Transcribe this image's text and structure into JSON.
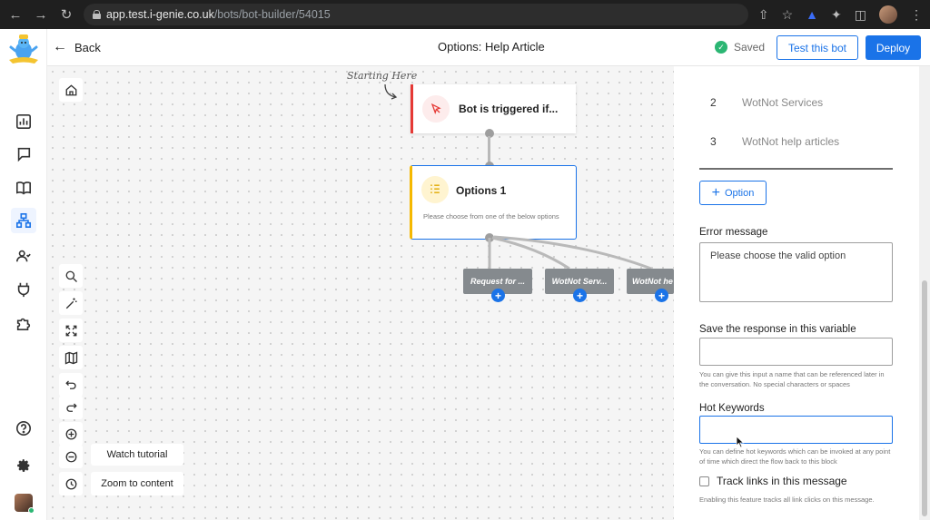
{
  "browser": {
    "url_host": "app.test.i-genie.co.uk",
    "url_path": "/bots/bot-builder/54015"
  },
  "header": {
    "back_label": "Back",
    "title": "Options: Help Article",
    "saved_label": "Saved",
    "test_button": "Test this bot",
    "deploy_button": "Deploy"
  },
  "sidebar": {
    "items": [
      "analytics-icon",
      "chat-icon",
      "book-icon",
      "bot-builder-icon",
      "users-icon",
      "integrations-icon",
      "puzzle-icon",
      "help-icon",
      "settings-icon"
    ],
    "active": "bot-builder-icon"
  },
  "canvas": {
    "annotation": "Starting Here",
    "trigger_node": {
      "title": "Bot is triggered if..."
    },
    "options_node": {
      "title": "Options 1",
      "description": "Please choose from one of the below options"
    },
    "children": [
      {
        "label": "Request for ..."
      },
      {
        "label": "WotNot Serv..."
      },
      {
        "label": "WotNot he"
      }
    ],
    "watch_tutorial": "Watch tutorial",
    "zoom_to_content": "Zoom to content"
  },
  "panel": {
    "options": [
      {
        "num": "2",
        "label": "WotNot Services"
      },
      {
        "num": "3",
        "label": "WotNot help articles"
      }
    ],
    "add_option_label": "Option",
    "error_message_label": "Error message",
    "error_message_value": "Please choose the valid option",
    "variable_label": "Save the response in this variable",
    "variable_help": "You can give this input a name that can be referenced later in the conversation. No special characters or spaces",
    "hot_keywords_label": "Hot Keywords",
    "hot_keywords_help": "You can define hot keywords which can be invoked at any point of time which direct the flow back to this block",
    "track_links_label": "Track links in this message",
    "track_links_help": "Enabling this feature tracks all link clicks on this message."
  },
  "colors": {
    "accent": "#1a73e8",
    "trigger": "#e53935",
    "options": "#f5b800",
    "saved": "#2bb673"
  }
}
